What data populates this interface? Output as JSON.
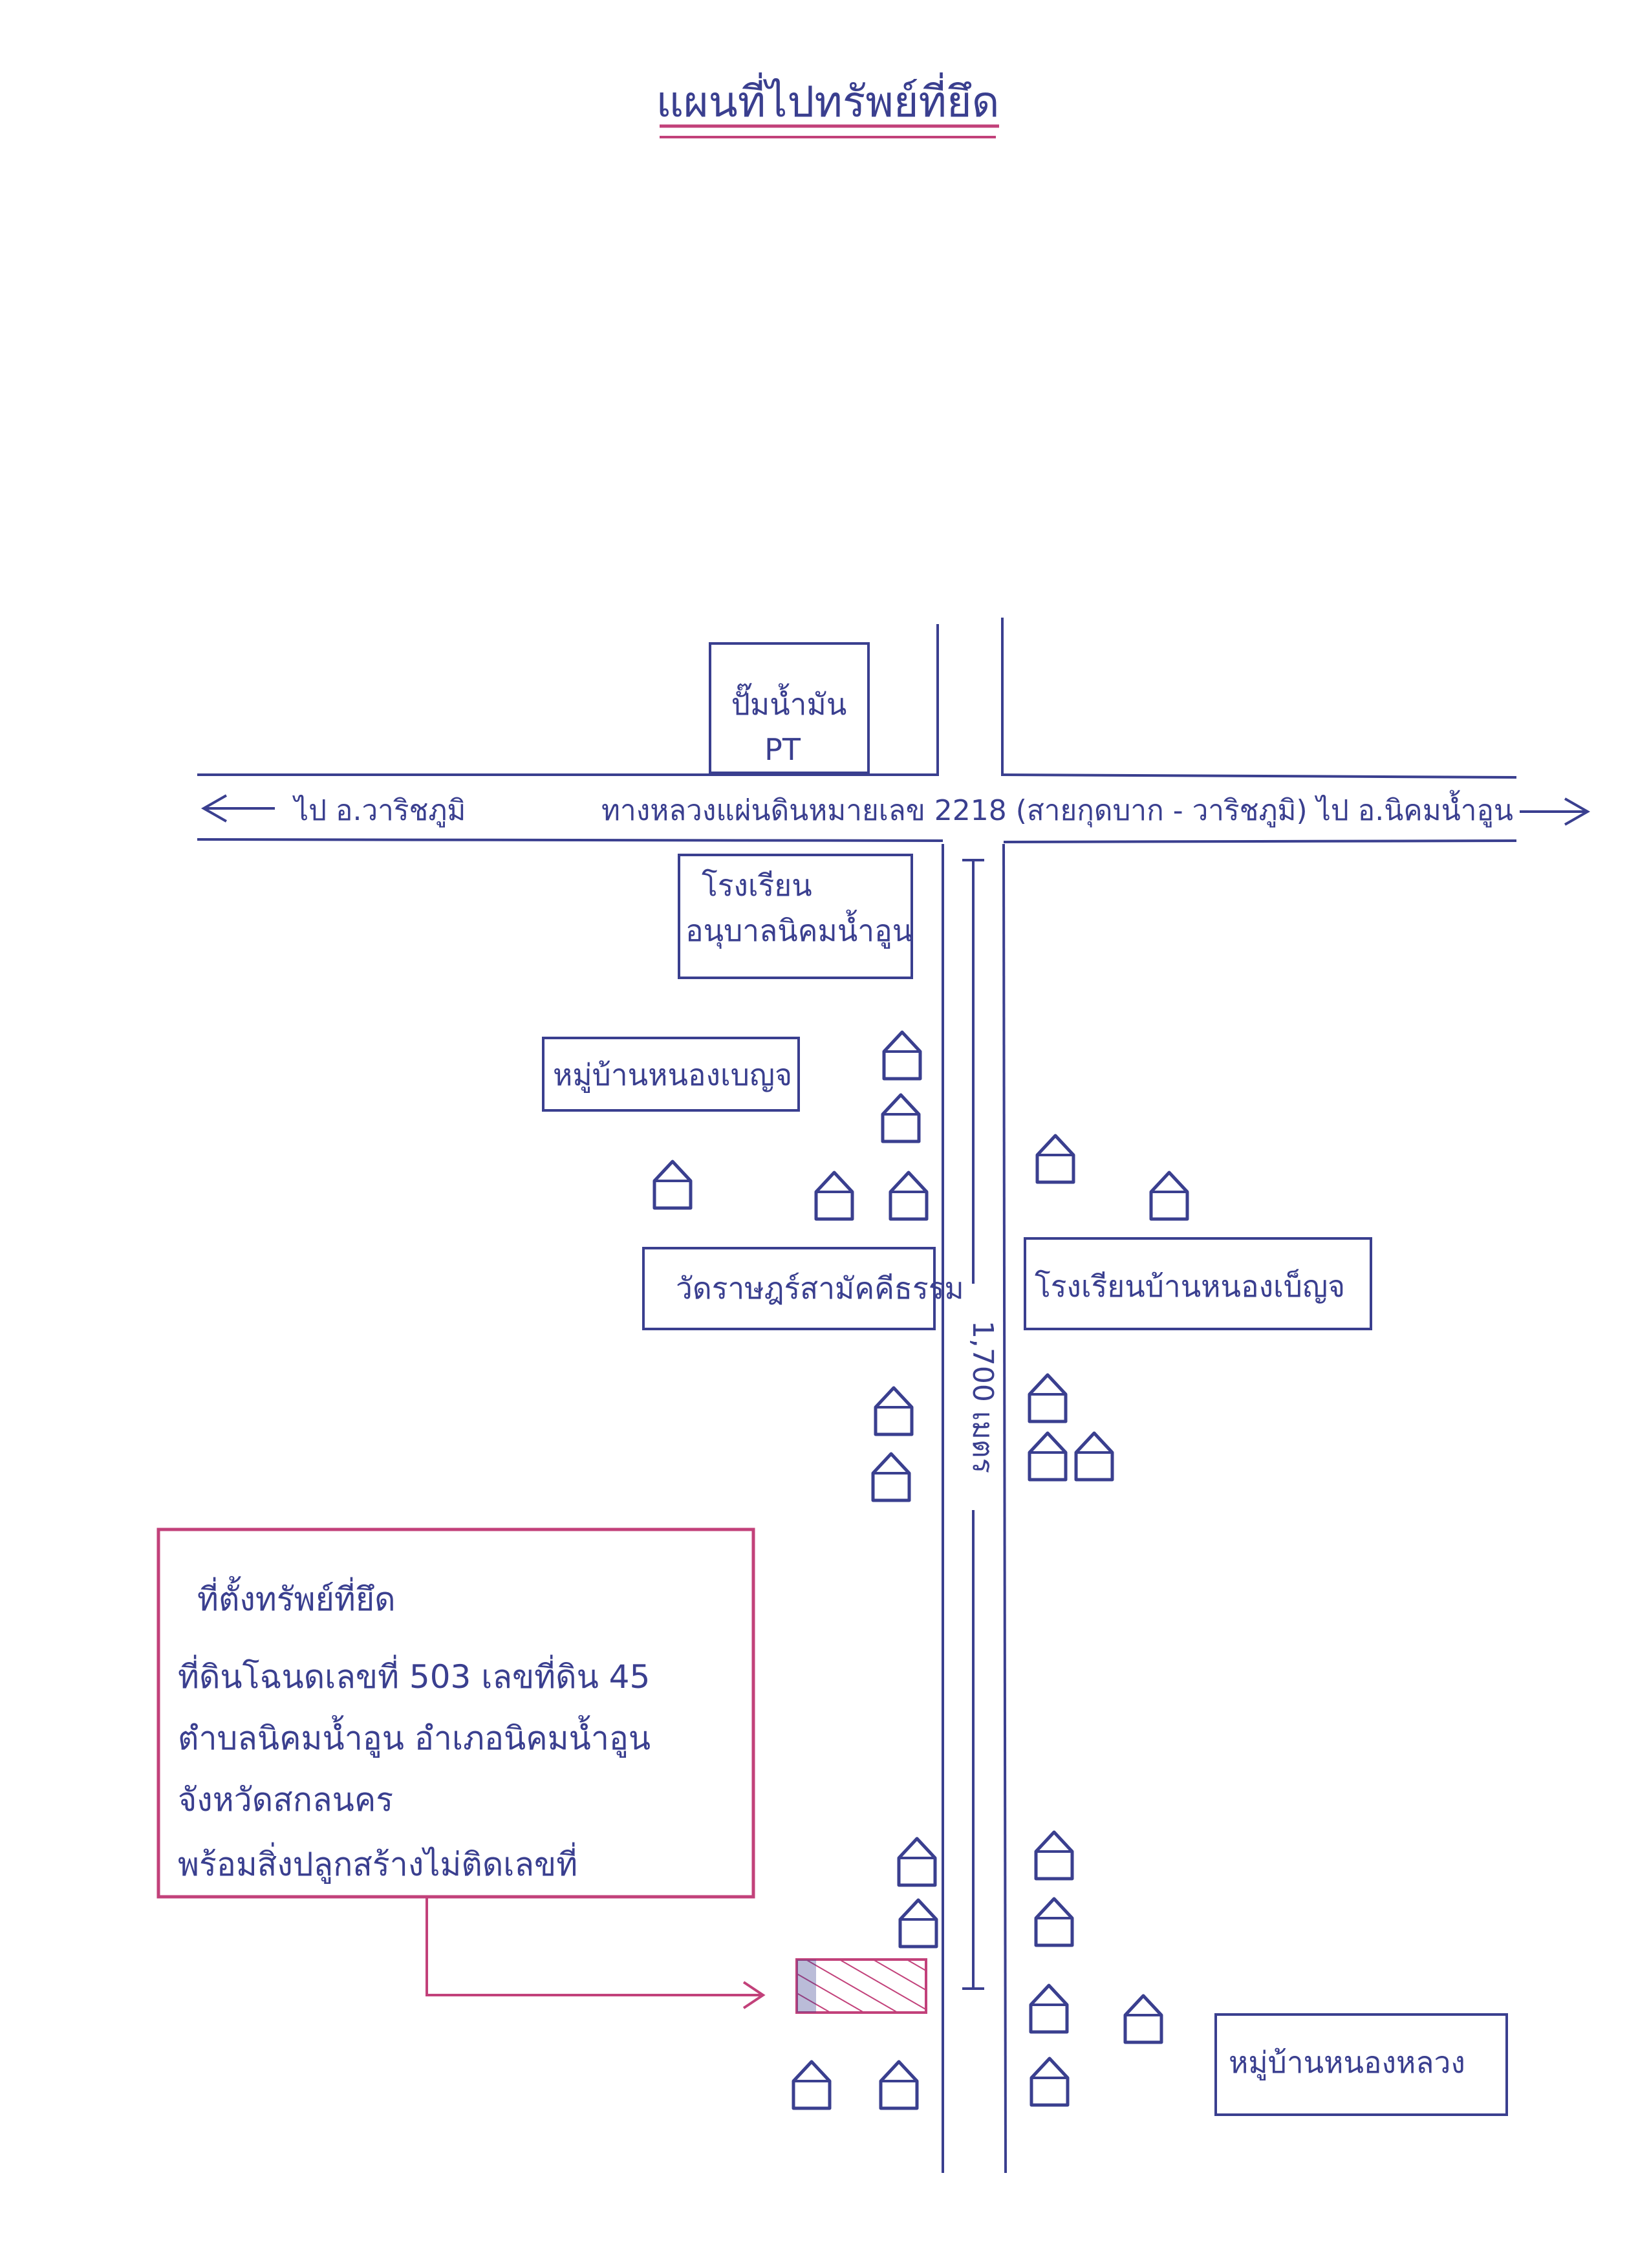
{
  "title": "แผนที่ไปทรัพย์ที่ยึด",
  "road": {
    "name": "ทางหลวงแผ่นดินหมายเลข 2218 (สายกุดบาก - วาริชภูมิ)",
    "to_left": "ไป อ.วาริชภูมิ",
    "to_right": "ไป อ.นิคมน้ำอูน"
  },
  "side_road_distance": "1,700 เมตร",
  "landmarks": {
    "gas_station": {
      "line1": "ปั๊มน้ำมัน",
      "line2": "PT"
    },
    "kindergarten": {
      "line1": "โรงเรียน",
      "line2": "อนุบาลนิคมน้ำอูน"
    },
    "village_nong_bun": "หมู่บ้านหนองเบญจ",
    "temple": "วัดราษฎร์สามัคคีธรรม",
    "school_nong_ben": "โรงเรียนบ้านหนองเบ็ญจ",
    "village_nong_luang": "หมู่บ้านหนองหลวง"
  },
  "property_note": {
    "heading": "ที่ตั้งทรัพย์ที่ยึด",
    "lines": [
      "ที่ดินโฉนดเลขที่ 503  เลขที่ดิน 45",
      "ตำบลนิคมน้ำอูน  อำเภอนิคมน้ำอูน",
      "จังหวัดสกลนคร",
      "พร้อมสิ่งปลูกสร้างไม่ติดเลขที่"
    ]
  },
  "colors": {
    "ink": "#3a3f8f",
    "highlight": "#c2417a"
  }
}
